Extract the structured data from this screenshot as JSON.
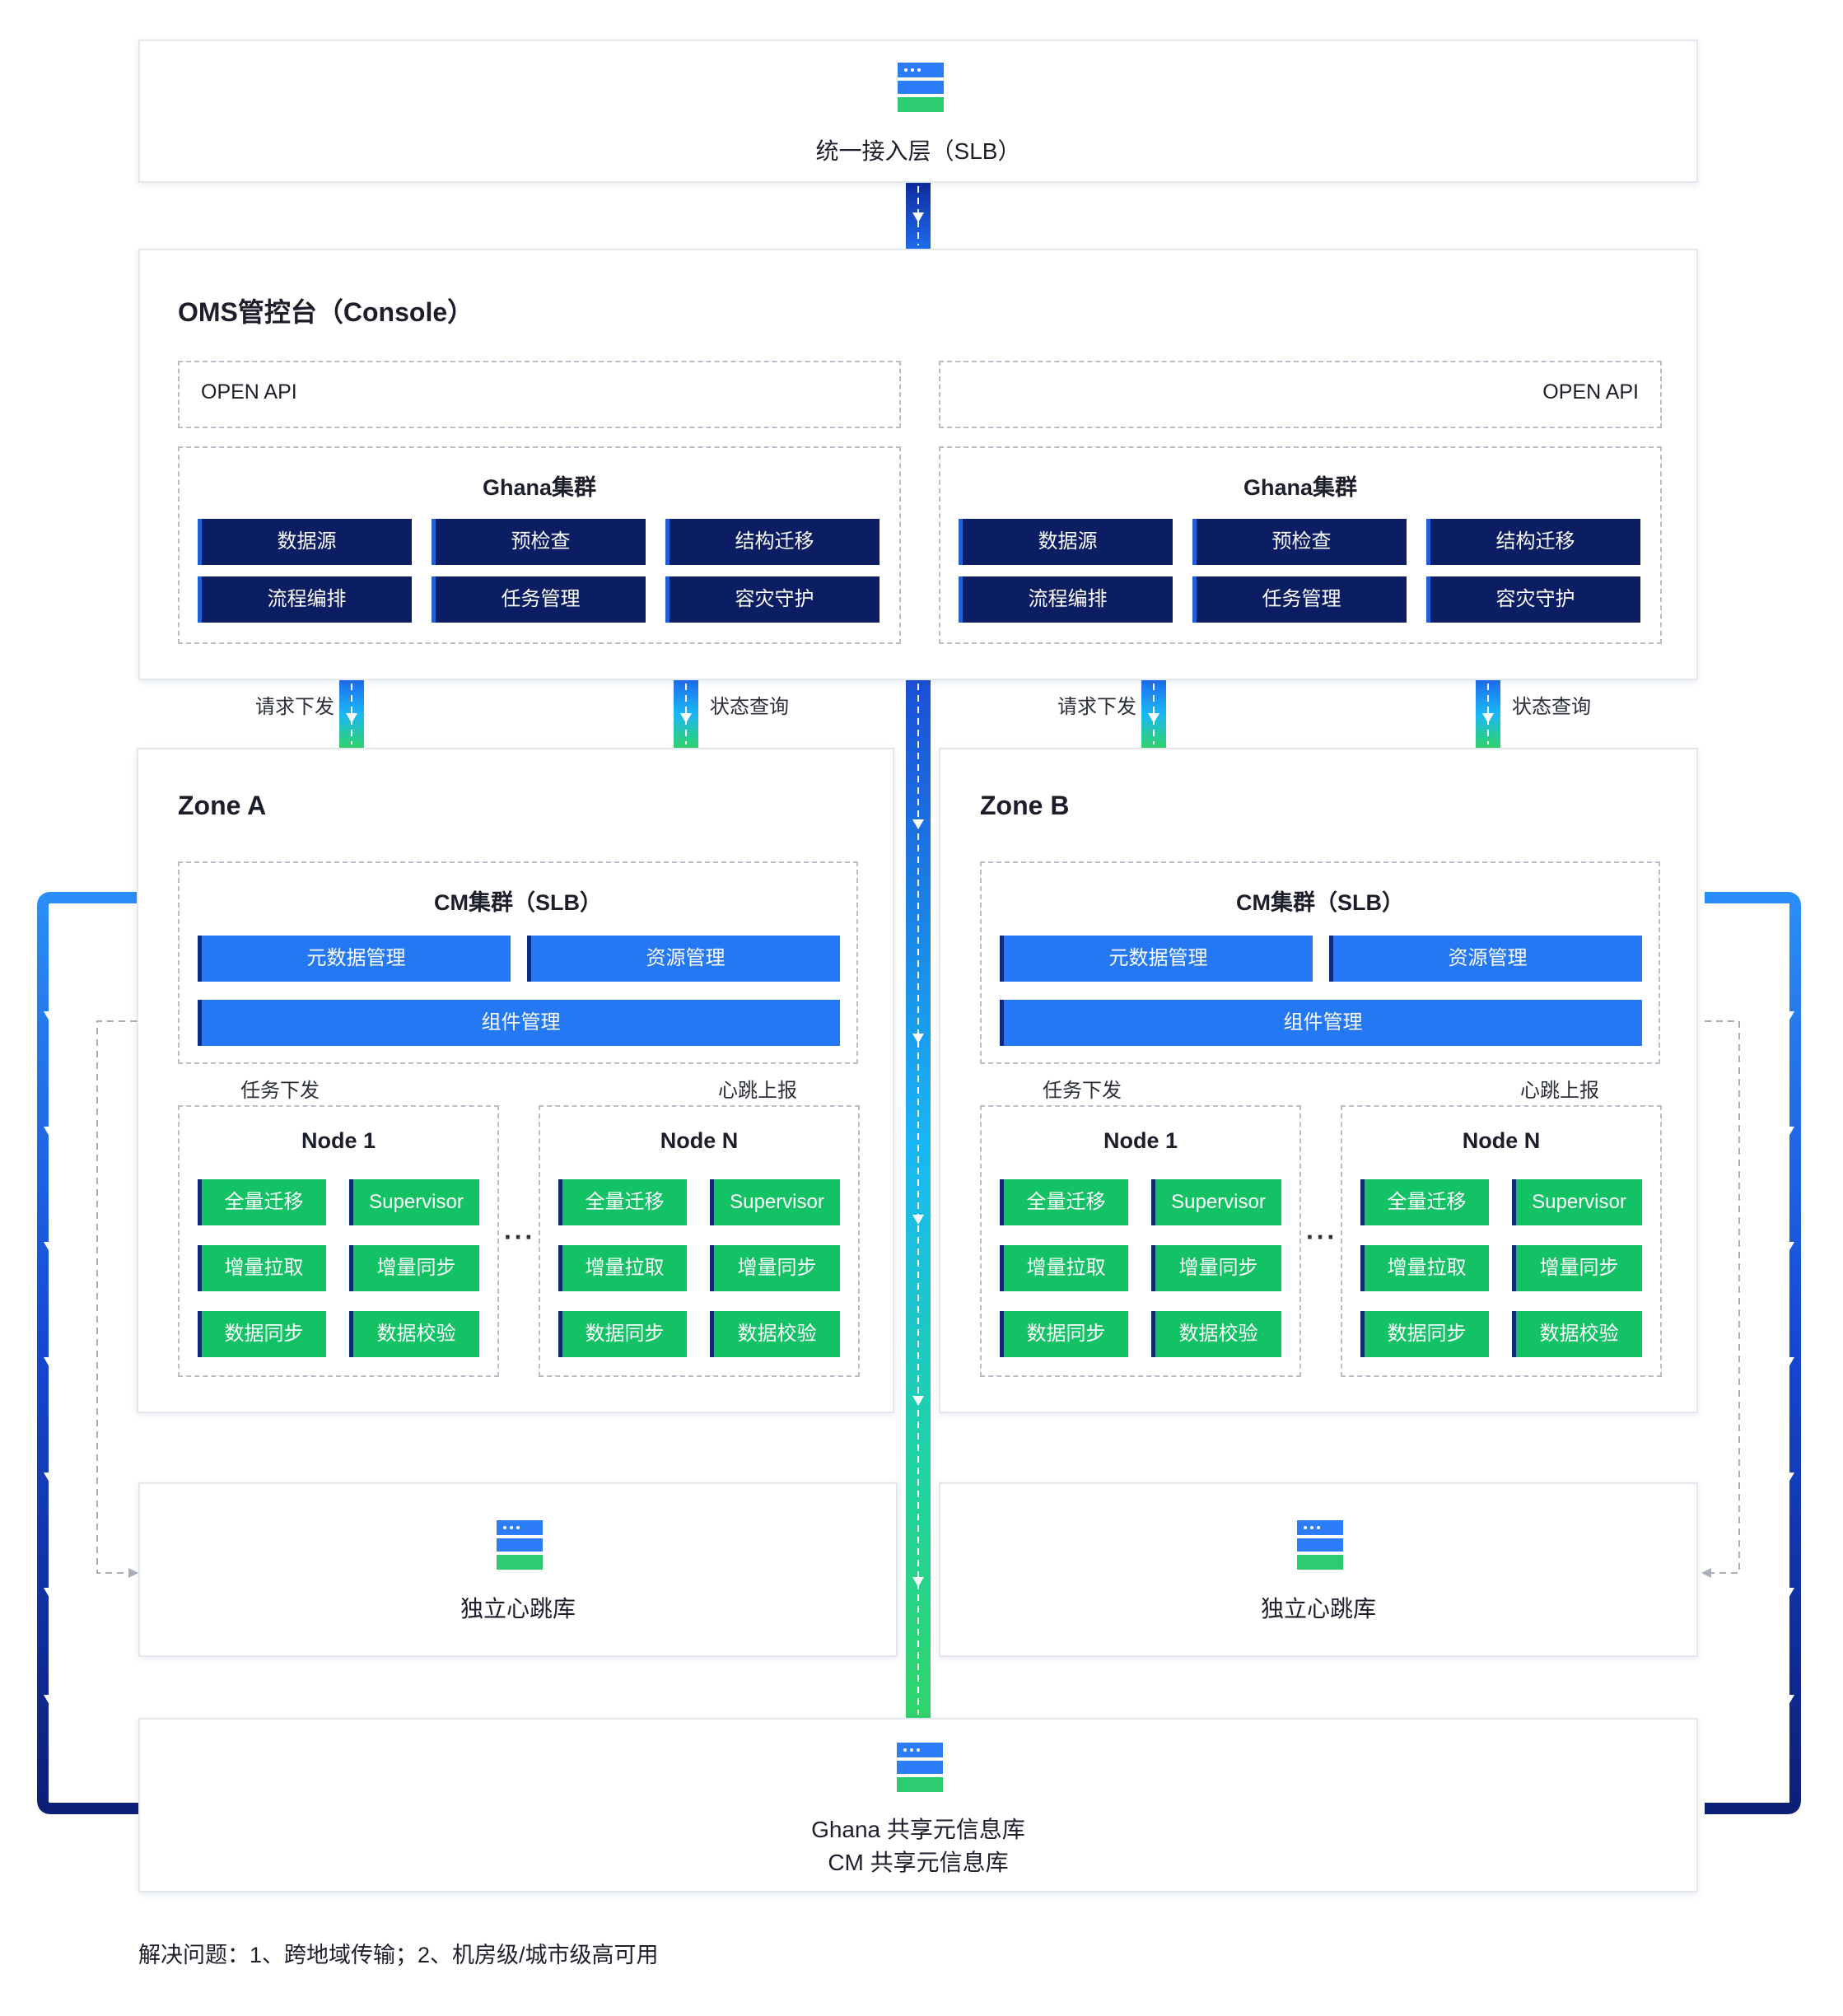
{
  "top": {
    "title": "统一接入层（SLB）"
  },
  "console": {
    "title": "OMS管控台（Console）",
    "clusters": [
      {
        "api": "OPEN API",
        "title": "Ghana集群",
        "modules": [
          "数据源",
          "预检查",
          "结构迁移",
          "流程编排",
          "任务管理",
          "容灾守护"
        ]
      },
      {
        "api": "OPEN API",
        "title": "Ghana集群",
        "modules": [
          "数据源",
          "预检查",
          "结构迁移",
          "流程编排",
          "任务管理",
          "容灾守护"
        ]
      }
    ]
  },
  "arrows": {
    "request": "请求下发",
    "status": "状态查询"
  },
  "zones": [
    {
      "title": "Zone A",
      "cm_title": "CM集群（SLB）",
      "cm_modules": [
        "元数据管理",
        "资源管理",
        "组件管理"
      ],
      "task_label": "任务下发",
      "heartbeat_label": "心跳上报",
      "ellipsis": "···",
      "nodes": [
        {
          "title": "Node 1",
          "modules": [
            "全量迁移",
            "Supervisor",
            "增量拉取",
            "增量同步",
            "数据同步",
            "数据校验"
          ]
        },
        {
          "title": "Node N",
          "modules": [
            "全量迁移",
            "Supervisor",
            "增量拉取",
            "增量同步",
            "数据同步",
            "数据校验"
          ]
        }
      ],
      "heartbeat_db": "独立心跳库"
    },
    {
      "title": "Zone B",
      "cm_title": "CM集群（SLB）",
      "cm_modules": [
        "元数据管理",
        "资源管理",
        "组件管理"
      ],
      "task_label": "任务下发",
      "heartbeat_label": "心跳上报",
      "ellipsis": "···",
      "nodes": [
        {
          "title": "Node 1",
          "modules": [
            "全量迁移",
            "Supervisor",
            "增量拉取",
            "增量同步",
            "数据同步",
            "数据校验"
          ]
        },
        {
          "title": "Node N",
          "modules": [
            "全量迁移",
            "Supervisor",
            "增量拉取",
            "增量同步",
            "数据同步",
            "数据校验"
          ]
        }
      ],
      "heartbeat_db": "独立心跳库"
    }
  ],
  "shared_db": {
    "line1": "Ghana 共享元信息库",
    "line2": "CM 共享元信息库"
  },
  "footnote": "解决问题：1、跨地域传输；2、机房级/城市级高可用",
  "colors": {
    "navy": "#0b1d63",
    "blue": "#2478f4",
    "green": "#13c265",
    "deep_blue": "#0c2b86",
    "border": "#e3e7ee"
  }
}
